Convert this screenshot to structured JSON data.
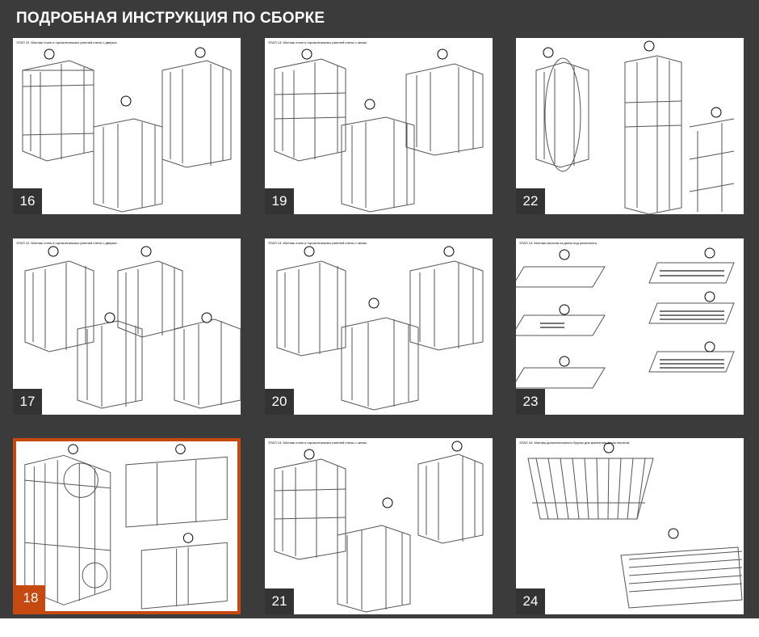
{
  "page": {
    "title": "ПОДРОБНАЯ ИНСТРУКЦИЯ ПО СБОРКЕ",
    "accent_color": "#c64a0f",
    "background_color": "#3b3b3b"
  },
  "thumbnails": [
    {
      "number": "16",
      "caption": "ЭТАП 12. Монтаж стоек и горизонтальных ригелей стены с дверью.",
      "active": false
    },
    {
      "number": "19",
      "caption": "ЭТАП 13. Монтаж стоек и горизонтальных ригелей стены с окном.",
      "active": false
    },
    {
      "number": "22",
      "caption": "",
      "active": false
    },
    {
      "number": "17",
      "caption": "ЭТАП 12. Монтаж стоек и горизонтальных ригелей стены с дверью.",
      "active": false
    },
    {
      "number": "20",
      "caption": "ЭТАП 13. Монтаж стоек и горизонтальных ригелей стены с окном.",
      "active": false
    },
    {
      "number": "23",
      "caption": "ЭТАП 14. Монтаж настила из досок под уклонность.",
      "active": false
    },
    {
      "number": "18",
      "caption": "",
      "active": true
    },
    {
      "number": "21",
      "caption": "ЭТАП 13. Монтаж стоек и горизонтальных ригелей стены с окном.",
      "active": false
    },
    {
      "number": "24",
      "caption": "ЭТАП 15. Монтаж дополнительного бруска для крепления досок настила.",
      "active": false
    }
  ]
}
